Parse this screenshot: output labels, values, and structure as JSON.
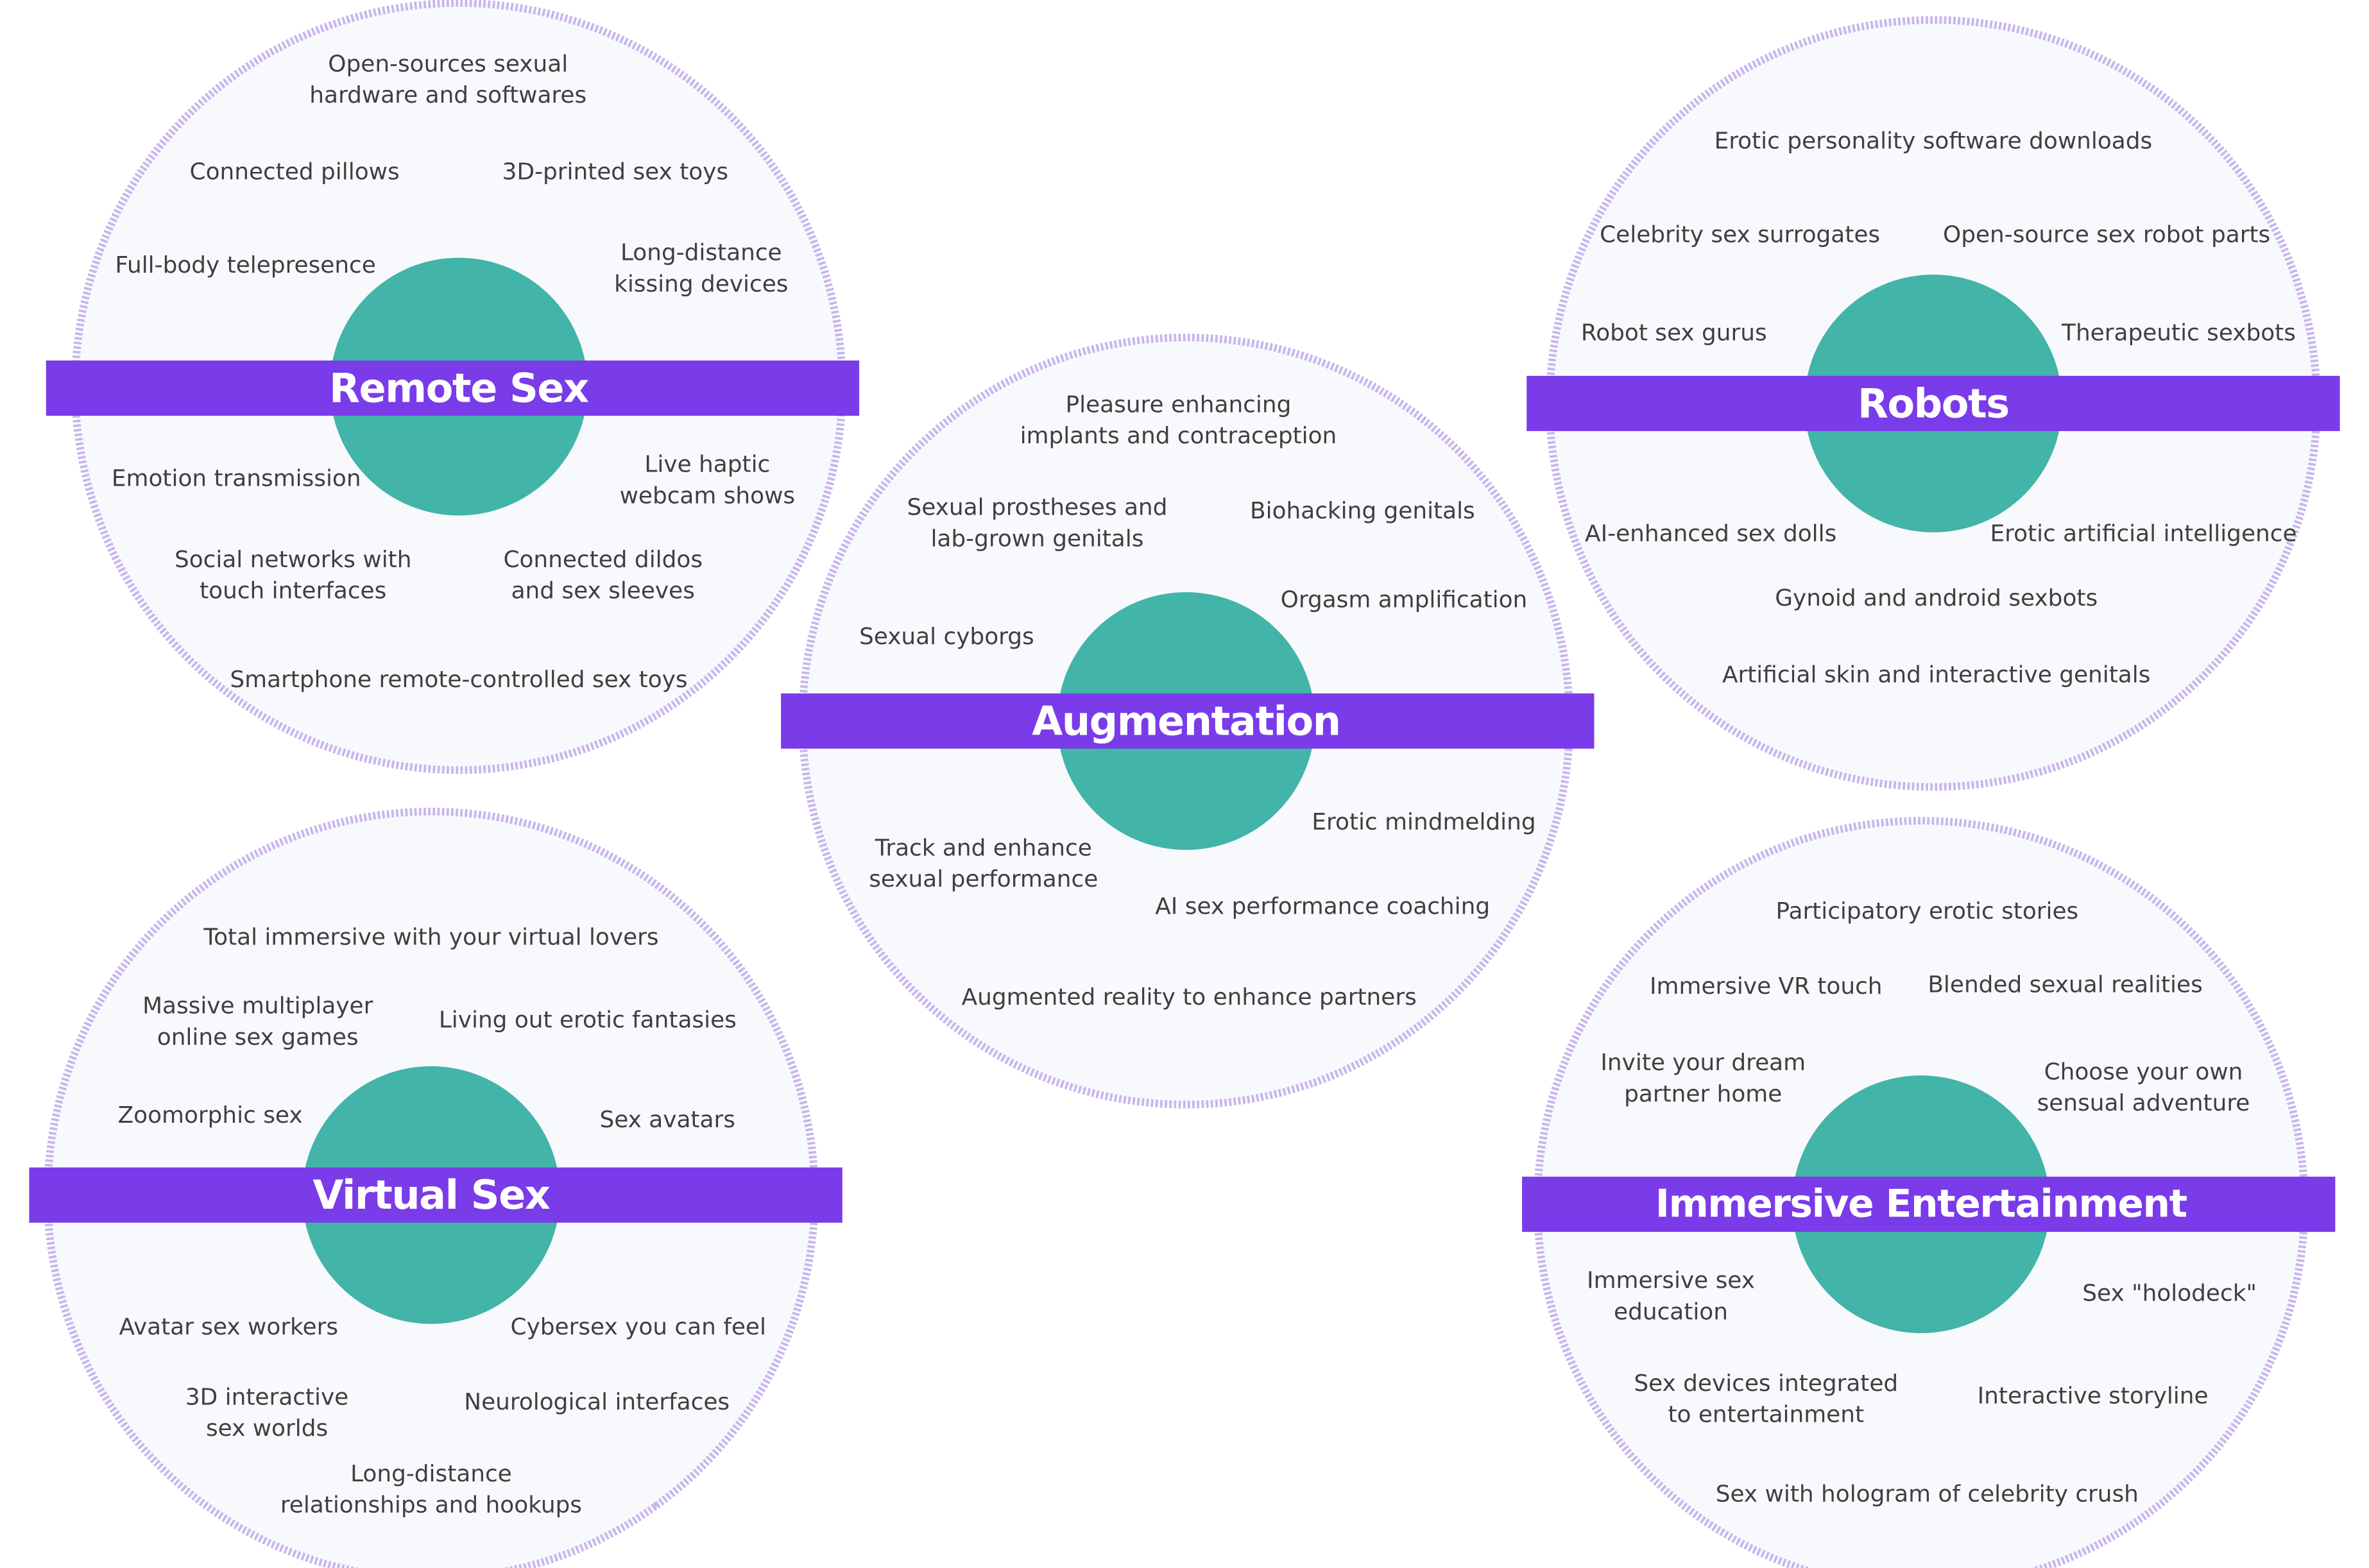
{
  "colors": {
    "ring": "#c9b6ec",
    "disc_fill": "#f8f9fd",
    "center": "#42b4a8",
    "band": "#7a3be9",
    "label_text": "#ffffff",
    "item_text": "#3f3f3f"
  },
  "clusters": [
    {
      "id": "remote-sex",
      "title": "Remote Sex",
      "items": [
        [
          "Open-sources sexual",
          "hardware and softwares"
        ],
        [
          "Connected pillows"
        ],
        [
          "3D-printed sex toys"
        ],
        [
          "Full-body telepresence"
        ],
        [
          "Long-distance",
          "kissing devices"
        ],
        [
          "Emotion transmission"
        ],
        [
          "Live haptic",
          "webcam shows"
        ],
        [
          "Social networks with",
          "touch interfaces"
        ],
        [
          "Connected dildos",
          "and sex sleeves"
        ],
        [
          "Smartphone remote-controlled sex toys"
        ]
      ]
    },
    {
      "id": "augmentation",
      "title": "Augmentation",
      "items": [
        [
          "Pleasure enhancing",
          "implants and contraception"
        ],
        [
          "Sexual prostheses and",
          "lab-grown genitals"
        ],
        [
          "Biohacking genitals"
        ],
        [
          "Orgasm amplification"
        ],
        [
          "Sexual cyborgs"
        ],
        [
          "Erotic mindmelding"
        ],
        [
          "Track and enhance",
          "sexual performance"
        ],
        [
          "AI sex performance coaching"
        ],
        [
          "Augmented reality to enhance partners"
        ]
      ]
    },
    {
      "id": "robots",
      "title": "Robots",
      "items": [
        [
          "Erotic personality software downloads"
        ],
        [
          "Celebrity sex surrogates"
        ],
        [
          "Open-source sex robot parts"
        ],
        [
          "Robot sex gurus"
        ],
        [
          "Therapeutic sexbots"
        ],
        [
          "AI-enhanced sex dolls"
        ],
        [
          "Erotic artificial intelligence"
        ],
        [
          "Gynoid and android sexbots"
        ],
        [
          "Artificial skin and interactive genitals"
        ]
      ]
    },
    {
      "id": "virtual-sex",
      "title": "Virtual Sex",
      "items": [
        [
          "Total immersive with your virtual lovers"
        ],
        [
          "Massive multiplayer",
          "online sex games"
        ],
        [
          "Living out erotic fantasies"
        ],
        [
          "Zoomorphic sex"
        ],
        [
          "Sex avatars"
        ],
        [
          "Avatar sex workers"
        ],
        [
          "Cybersex you can feel"
        ],
        [
          "3D interactive",
          "sex worlds"
        ],
        [
          "Neurological interfaces"
        ],
        [
          "Long-distance",
          "relationships and hookups"
        ]
      ]
    },
    {
      "id": "immersive-entertainment",
      "title": "Immersive Entertainment",
      "items": [
        [
          "Participatory erotic stories"
        ],
        [
          "Immersive VR touch"
        ],
        [
          "Blended sexual realities"
        ],
        [
          "Invite your dream",
          "partner home"
        ],
        [
          "Choose your own",
          "sensual adventure"
        ],
        [
          "Immersive sex",
          "education"
        ],
        [
          "Sex \"holodeck\""
        ],
        [
          "Sex devices integrated",
          "to entertainment"
        ],
        [
          "Interactive storyline"
        ],
        [
          "Sex with hologram of celebrity crush"
        ]
      ]
    }
  ]
}
